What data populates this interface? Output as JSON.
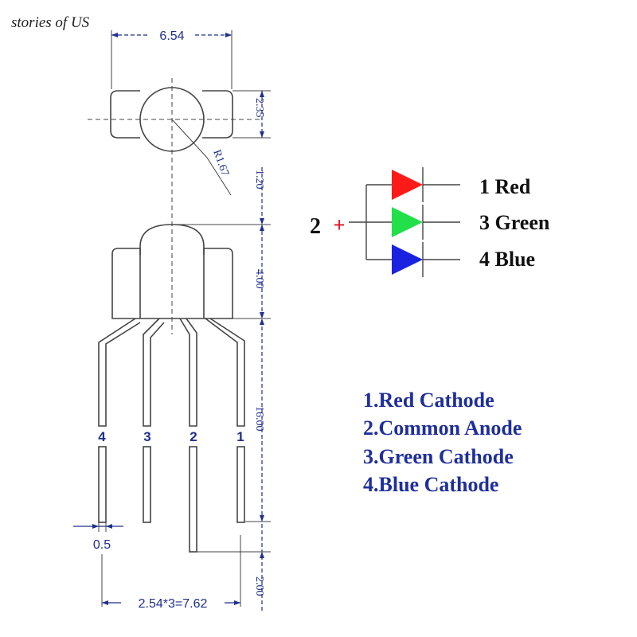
{
  "watermark": "stories of US",
  "dimensions": {
    "top_width": "6.54",
    "top_height": "2.35",
    "radius": "R1.67",
    "dome_height": "1.20",
    "body_height": "4.00",
    "lead_length": "16.00",
    "lead_extra": "2.00",
    "lead_width": "0.5",
    "pitch": "2.54*3=7.62"
  },
  "pins": [
    "4",
    "3",
    "2",
    "1"
  ],
  "schematic": {
    "anode_number": "2",
    "anode_sign": "+",
    "outputs": [
      {
        "label": "1 Red",
        "color": "#ff1a1a"
      },
      {
        "label": "3 Green",
        "color": "#22e04a"
      },
      {
        "label": "4 Blue",
        "color": "#1a22e0"
      }
    ]
  },
  "legend": [
    "1.Red Cathode",
    "2.Common Anode",
    "3.Green Cathode",
    "4.Blue Cathode"
  ],
  "colors": {
    "outline": "#444444",
    "dim": "#1f2f8c",
    "anode_sign": "#e01020"
  }
}
